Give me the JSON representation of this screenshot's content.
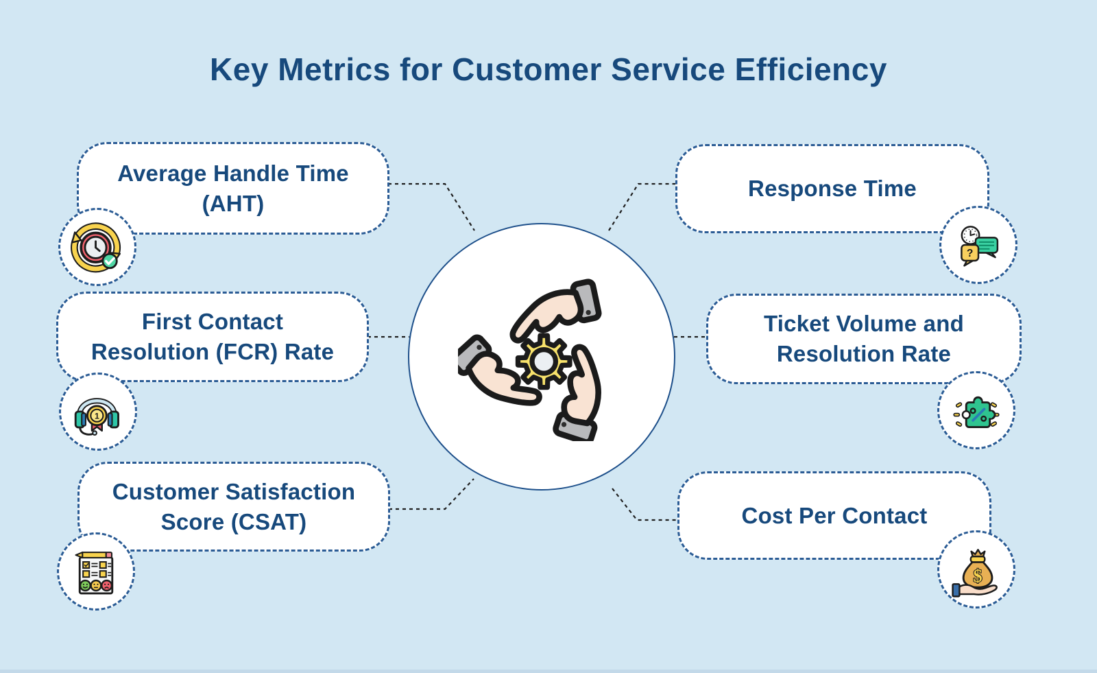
{
  "title": "Key Metrics for Customer Service Efficiency",
  "metrics": [
    {
      "label": "Average Handle Time\n(AHT)",
      "icon": "clock-refresh-check-icon",
      "side": "left"
    },
    {
      "label": "First Contact\nResolution (FCR) Rate",
      "icon": "headset-first-place-medal-icon",
      "side": "left"
    },
    {
      "label": "Customer Satisfaction\nScore (CSAT)",
      "icon": "survey-smiley-faces-icon",
      "side": "left"
    },
    {
      "label": "Response Time",
      "icon": "clock-chat-bubbles-icon",
      "side": "right"
    },
    {
      "label": "Ticket Volume and\nResolution Rate",
      "icon": "puzzle-percent-icon",
      "side": "right"
    },
    {
      "label": "Cost Per Contact",
      "icon": "hand-money-bag-icon",
      "side": "right"
    }
  ],
  "center": {
    "icon": "hands-around-gear-icon"
  },
  "colors": {
    "background": "#d2e7f3",
    "navy_text": "#17497c",
    "dashed_border": "#2b5c95",
    "connector": "#1f1f1f",
    "accent_yellow": "#f8d34e",
    "accent_green": "#2fc48f",
    "accent_red": "#f0606c"
  }
}
